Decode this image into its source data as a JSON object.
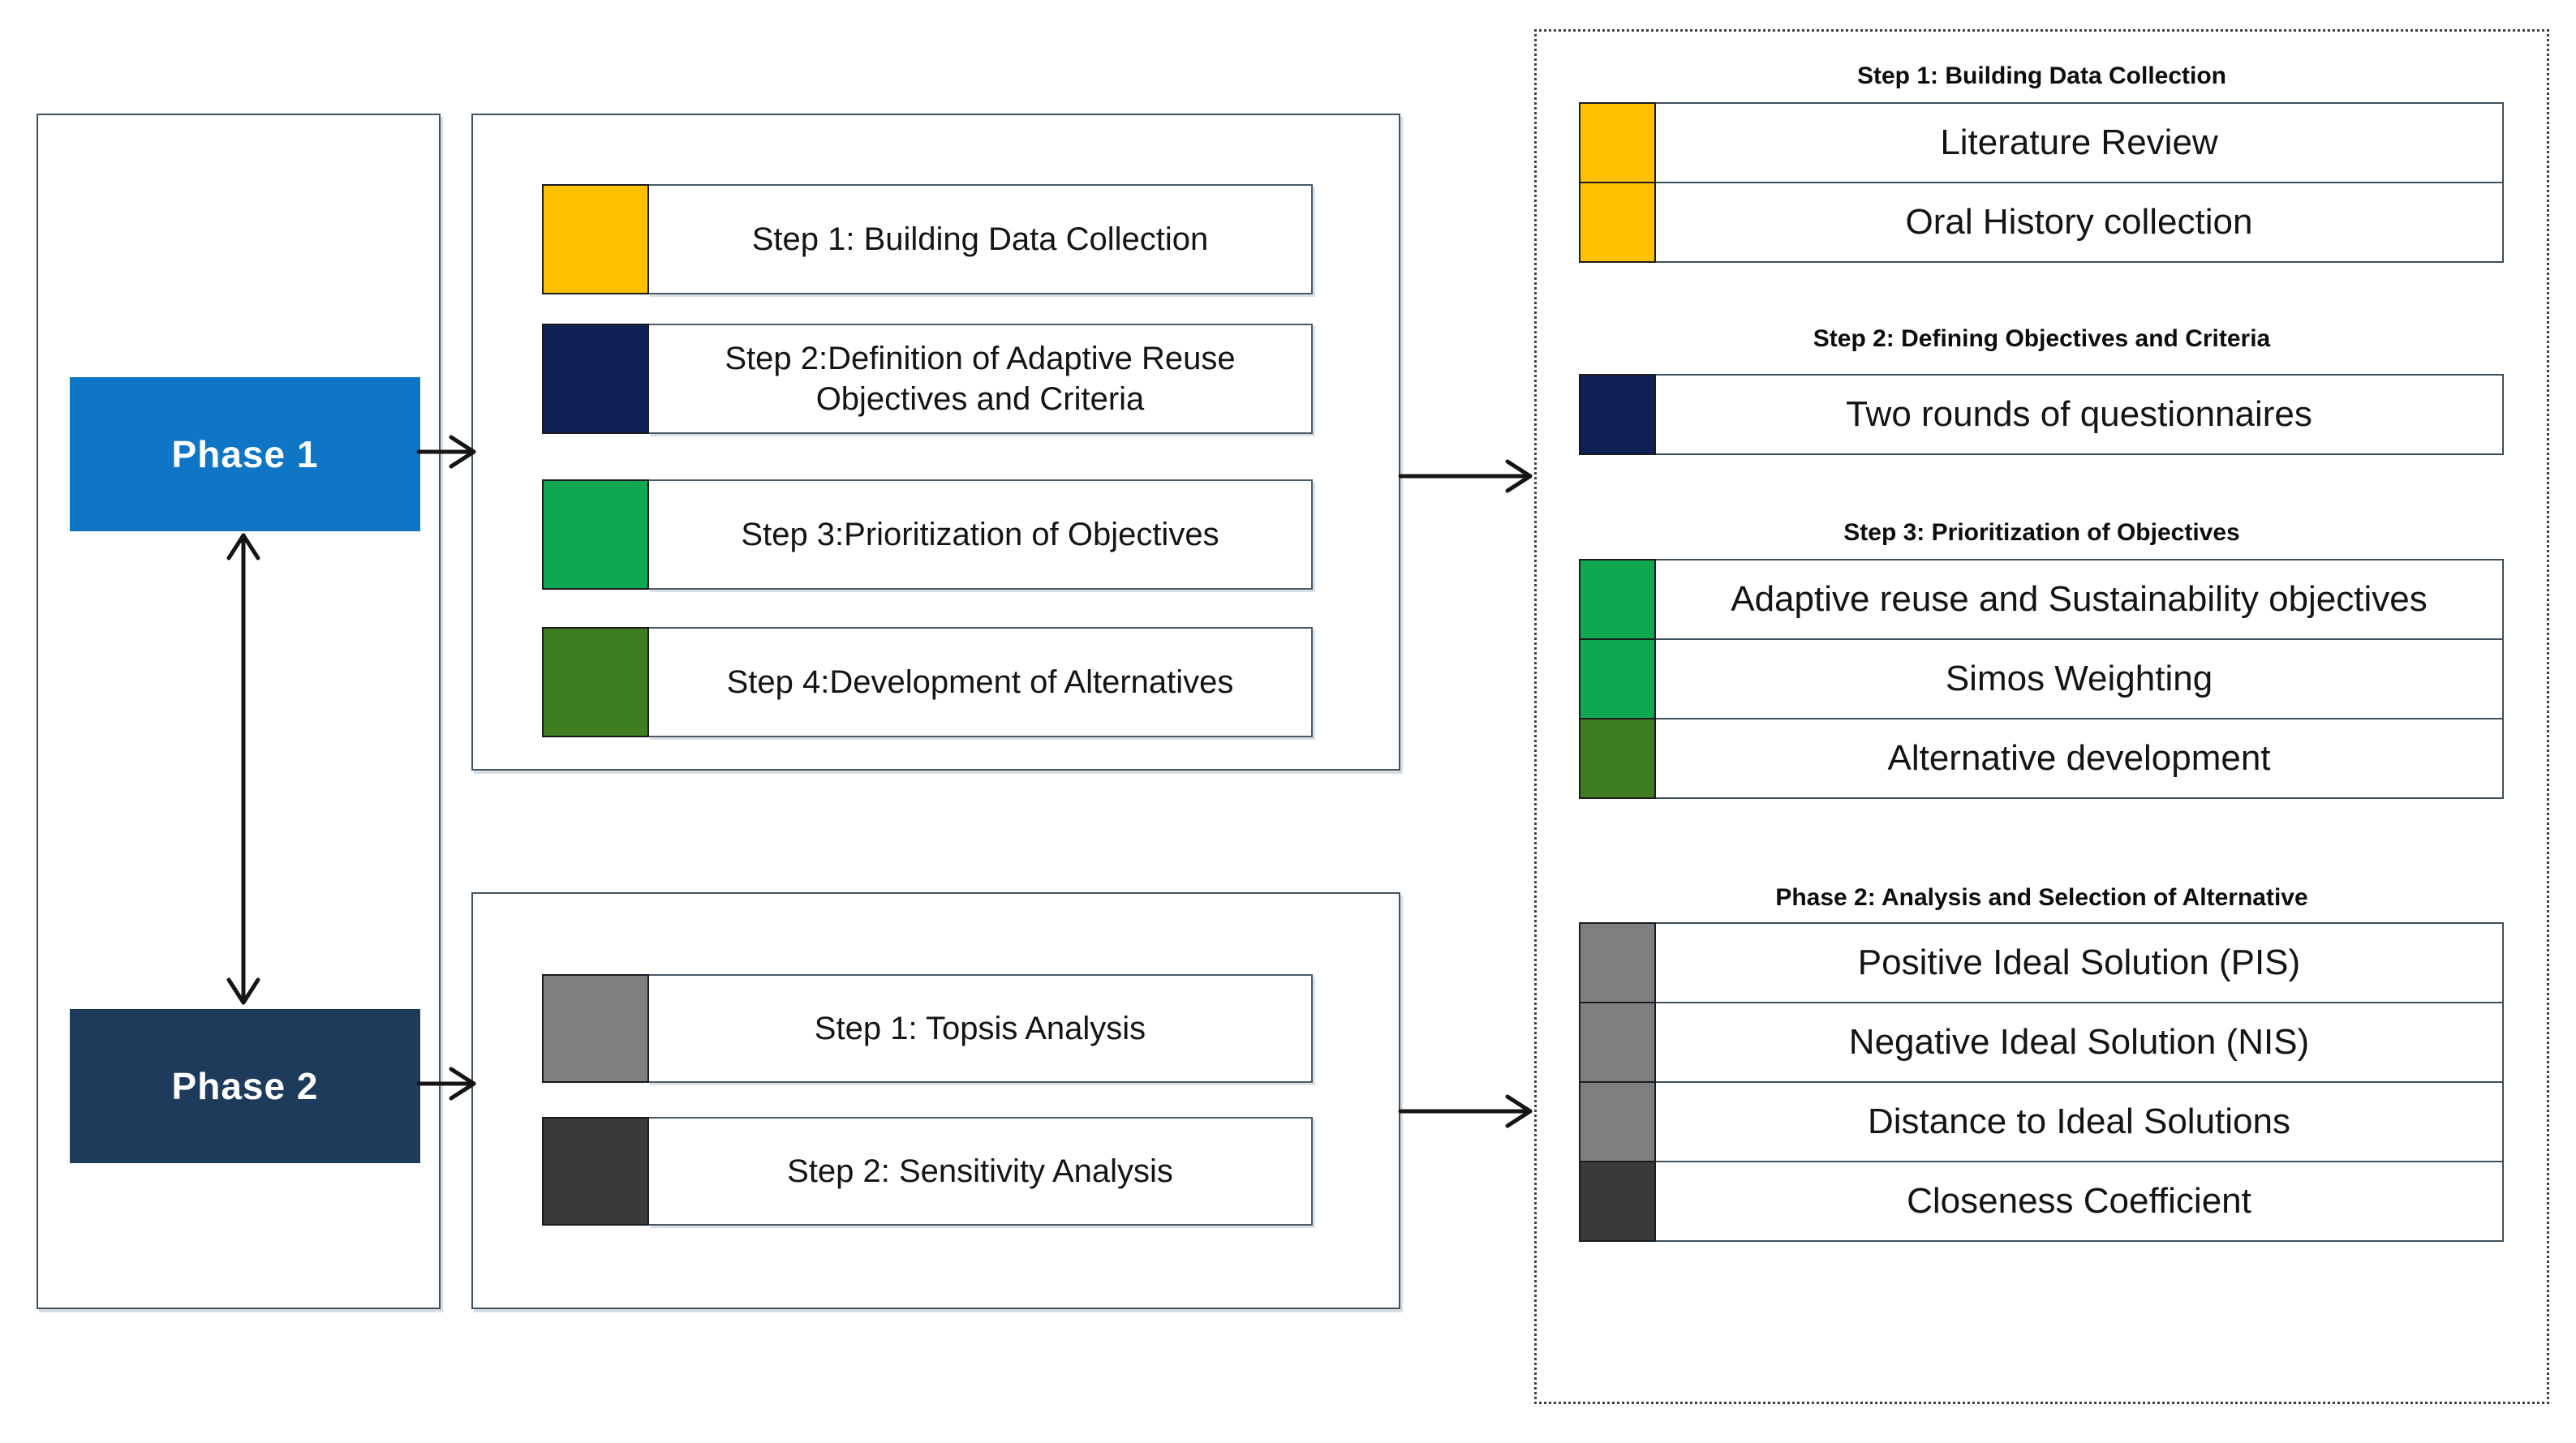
{
  "colors": {
    "phase1_fill": "#0E76C5",
    "phase2_fill": "#1F3B5C",
    "gold": "#FFC000",
    "navy": "#0F2155",
    "green": "#0FA850",
    "dark_green": "#3F7D23",
    "gray": "#7F7F7F",
    "dark_gray": "#3A3A3A",
    "arrow": "#151515"
  },
  "phases": {
    "phase1": {
      "label": "Phase 1",
      "fill": "#0E76C5"
    },
    "phase2": {
      "label": "Phase 2",
      "fill": "#1F3B5C"
    }
  },
  "phase1_steps": {
    "items": [
      {
        "label": "Step 1: Building Data Collection",
        "color": "#FFC000"
      },
      {
        "label": "Step 2:Definition of Adaptive Reuse Objectives and Criteria",
        "color": "#0F2155"
      },
      {
        "label": "Step 3:Prioritization of Objectives",
        "color": "#0FA850"
      },
      {
        "label": "Step 4:Development of Alternatives",
        "color": "#3F7D23"
      }
    ]
  },
  "phase2_steps": {
    "items": [
      {
        "label": "Step 1: Topsis Analysis",
        "color": "#7F7F7F"
      },
      {
        "label": "Step 2: Sensitivity Analysis",
        "color": "#3A3A3A"
      }
    ]
  },
  "right_panel": {
    "sections": [
      {
        "title": "Step 1: Building Data Collection",
        "rows": [
          {
            "label": "Literature Review",
            "color": "#FFC000"
          },
          {
            "label": "Oral History collection",
            "color": "#FFC000"
          }
        ]
      },
      {
        "title": "Step 2: Defining Objectives and Criteria",
        "rows": [
          {
            "label": "Two rounds of questionnaires",
            "color": "#0F2155"
          }
        ]
      },
      {
        "title": "Step 3: Prioritization of Objectives",
        "rows": [
          {
            "label": "Adaptive reuse  and Sustainability objectives",
            "color": "#0FA850"
          },
          {
            "label": "Simos Weighting",
            "color": "#0FA850"
          },
          {
            "label": "Alternative development",
            "color": "#3F7D23"
          }
        ]
      },
      {
        "title": "Phase 2: Analysis and Selection of Alternative",
        "rows": [
          {
            "label": "Positive Ideal Solution (PIS)",
            "color": "#7F7F7F"
          },
          {
            "label": "Negative Ideal Solution (NIS)",
            "color": "#7F7F7F"
          },
          {
            "label": "Distance to Ideal Solutions",
            "color": "#7F7F7F"
          },
          {
            "label": "Closeness Coefficient",
            "color": "#3A3A3A"
          }
        ]
      }
    ]
  }
}
